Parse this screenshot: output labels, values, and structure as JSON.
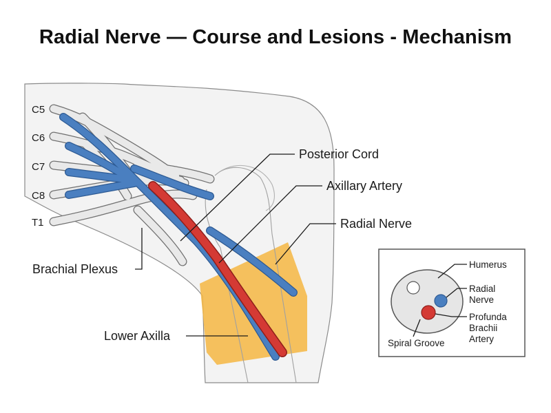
{
  "title": "Radial Nerve — Course and Lesions - Mechanism",
  "roots": [
    "C5",
    "C6",
    "C7",
    "C8",
    "T1"
  ],
  "labels": {
    "posterior_cord": "Posterior Cord",
    "axillary_artery": "Axillary Artery",
    "radial_nerve": "Radial Nerve",
    "brachial_plexus": "Brachial Plexus",
    "lower_axilla": "Lower Axilla"
  },
  "inset": {
    "humerus": "Humerus",
    "radial_nerve_line1": "Radial",
    "radial_nerve_line2": "Nerve",
    "profunda_line1": "Profunda",
    "profunda_line2": "Brachii",
    "profunda_line3": "Artery",
    "spiral_groove": "Spiral Groove"
  },
  "colors": {
    "nerve": "#4a7fc0",
    "artery": "#d43a34",
    "highlight": "#f4b642",
    "plexus": "#e9e9e9",
    "outline": "#5a5a5a"
  }
}
